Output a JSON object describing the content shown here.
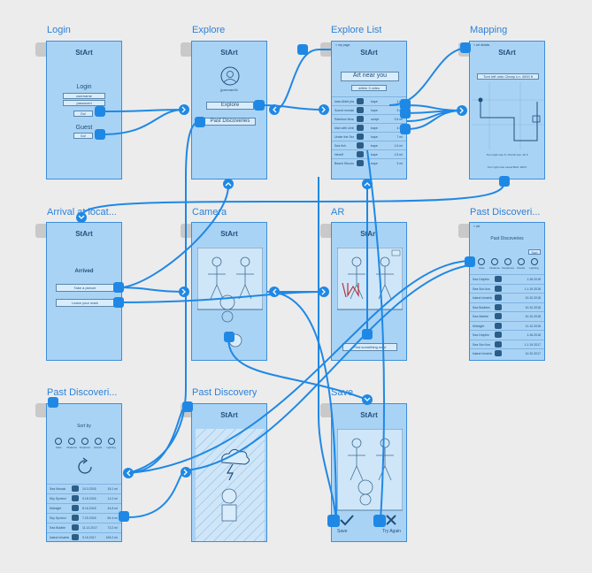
{
  "artboards": {
    "login": {
      "title": "Login",
      "brand": "StArt",
      "heading": "Login",
      "username_placeholder": "username",
      "password_placeholder": "password",
      "go_label": "Go!",
      "guest_label": "Guest",
      "guest_go_label": "Go!"
    },
    "explore": {
      "title": "Explore",
      "brand": "StArt",
      "username": "jpaxman94",
      "explore_button": "Explore",
      "past_button": "Past Discoveries"
    },
    "explore_list": {
      "title": "Explore List",
      "brand": "StArt",
      "back_label": "< my page",
      "search_label": "Art near you",
      "filter_label": "within 3 miles",
      "rows": [
        {
          "name": "Iwan Ablet playground",
          "type": "bape",
          "dist": "1 mi"
        },
        {
          "name": "Sound mosaic",
          "type": "bape",
          "dist": "3 mi"
        },
        {
          "name": "Rainbow Mosaic",
          "type": "sculpt",
          "dist": "3.5 mi"
        },
        {
          "name": "Man with Umbrella",
          "type": "bape",
          "dist": "4 mi"
        },
        {
          "name": "Under the Sea",
          "type": "bape",
          "dist": "7 mi"
        },
        {
          "name": "Sea fish",
          "type": "bape",
          "dist": "1.5 mi"
        },
        {
          "name": "Hexelf",
          "type": "bape",
          "dist": "1.5 mi"
        },
        {
          "name": "Beach Structure",
          "type": "bape",
          "dist": "3 mi"
        }
      ]
    },
    "mapping": {
      "title": "Mapping",
      "brand": "StArt",
      "back_label": "< art details",
      "direction": "Turn left onto Cleary Ln. 4000 ft",
      "foot1": "Turn right onto S. Church Ave. 20 ft",
      "foot2": "Turn right onto Laurel Blvd. 200 ft"
    },
    "arrival": {
      "title": "Arrival at locat...",
      "brand": "StArt",
      "arrived": "Arrived",
      "take_picture": "Take a picture",
      "leave_mark": "Leave your mark"
    },
    "camera": {
      "title": "Camera",
      "brand": "StArt"
    },
    "ar": {
      "title": "AR",
      "brand": "StArt",
      "find_button": "Find something new!"
    },
    "past_top": {
      "title": "Past Discoveri...",
      "back_label": "< art",
      "heading": "Past Discoveries",
      "sort": "Sort",
      "icons": [
        "Date",
        "Distance",
        "Sculptures",
        "Murals",
        "Lighting"
      ],
      "rows": [
        {
          "name": "Sea Dolphin",
          "date": "1.26.2018"
        },
        {
          "name": "Sea Sun Itos",
          "date": "1.1.19.2018"
        },
        {
          "name": "Island Inhabitants",
          "date": "10.20.2018"
        },
        {
          "name": "Sea Bubbles",
          "date": "10.20.2018"
        },
        {
          "name": "Sea Marble",
          "date": "10.10.2018"
        },
        {
          "name": "Midnight",
          "date": "11.10.2018"
        },
        {
          "name": "Sea Dolphin",
          "date": "1.26.2018"
        },
        {
          "name": "Sea Sun Itos",
          "date": "1.1.19.2017"
        },
        {
          "name": "Island Inhabitants",
          "date": "10.20.2017"
        }
      ]
    },
    "past_bottom": {
      "title": "Past Discoveri...",
      "sort_by": "Sort by",
      "icons": [
        "Date",
        "Distance",
        "Sculpture",
        "Murals",
        "Lighting"
      ],
      "rows": [
        {
          "name": "Sea Mosaic",
          "date": "10.3.2018",
          "dist": "18.1 mi"
        },
        {
          "name": "Sky Symbol",
          "date": "9.18.2018",
          "dist": "11.0 mi"
        },
        {
          "name": "Midnight",
          "date": "8.16.2018",
          "dist": "44.8 mi"
        },
        {
          "name": "Sky Symbol",
          "date": "7.20.2018",
          "dist": "84.4 mi"
        },
        {
          "name": "Sea Bubble",
          "date": "11.13.2017",
          "dist": "73.2 mi"
        },
        {
          "name": "Island Inhabitants",
          "date": "9.16.2017",
          "dist": "165.2 mi"
        }
      ]
    },
    "past_discovery": {
      "title": "Past Discovery",
      "brand": "StArt"
    },
    "save": {
      "title": "Save",
      "brand": "StArt",
      "save_label": "Save",
      "try_again": "Try Again"
    }
  },
  "colors": {
    "canvas": "#ececec",
    "artboard": "#a9d3f5",
    "border": "#3c8fda",
    "wire": "#1f88e5",
    "title": "#2b82d9"
  }
}
